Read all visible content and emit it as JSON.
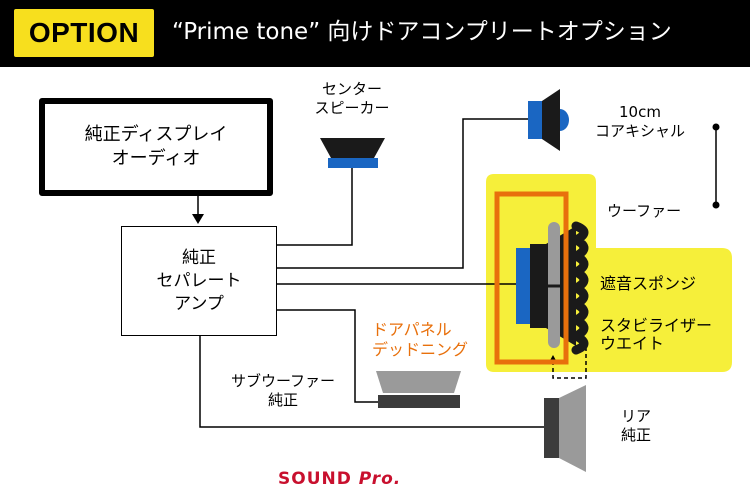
{
  "header": {
    "badge": "OPTION",
    "title": "“Prime tone” 向けドアコンプリートオプション"
  },
  "components": {
    "head_unit": {
      "line1": "純正ディスプレイ",
      "line2": "オーディオ"
    },
    "amplifier": {
      "line1": "純正",
      "line2": "セパレート",
      "line3": "アンプ"
    },
    "center_speaker": {
      "line1": "センター",
      "line2": "スピーカー"
    },
    "coaxial": {
      "line1": "10cm",
      "line2": "コアキシャル"
    },
    "woofer": "ウーファー",
    "sponge": "遮音スポンジ",
    "stabilizer": {
      "line1": "スタビライザー",
      "line2": "ウエイト"
    },
    "door_deadening": {
      "line1": "ドアパネル",
      "line2": "デッドニング"
    },
    "subwoofer": {
      "line1": "サブウーファー",
      "line2": "純正"
    },
    "rear": {
      "line1": "リア",
      "line2": "純正"
    }
  },
  "logo": {
    "main": "SOUND",
    "suffix": "Pro."
  },
  "colors": {
    "badge": "#f7df1e",
    "highlight": "#f6ef3a",
    "frame_orange": "#e8700c",
    "speaker_blue": "#1a66c2",
    "logo_red": "#c8102e"
  }
}
